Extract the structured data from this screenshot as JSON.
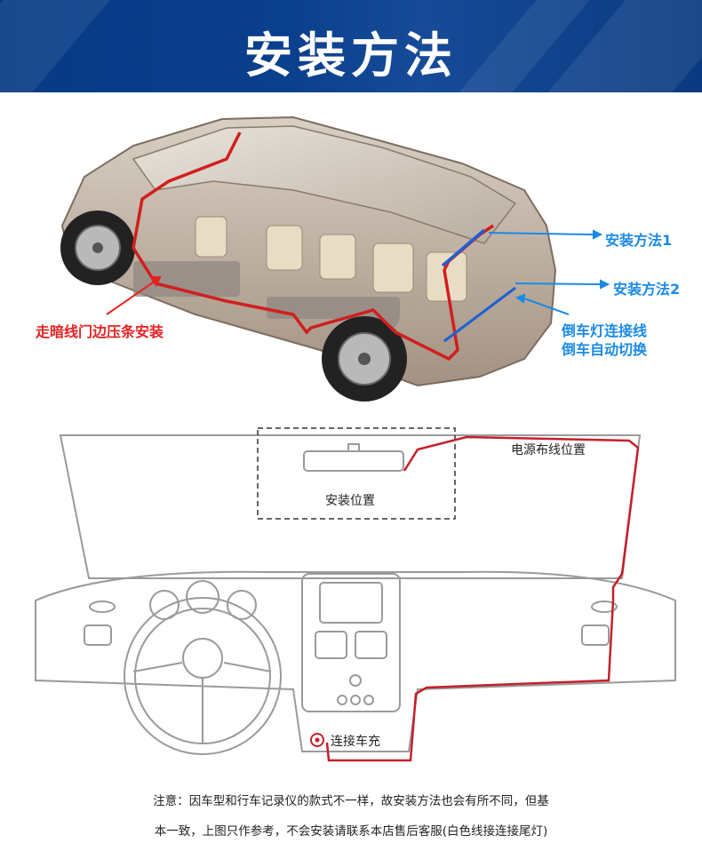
{
  "banner": {
    "title": "安装方法"
  },
  "car_labels": {
    "method1": "安装方法1",
    "method2": "安装方法2",
    "reverse_line": "倒车灯连接线",
    "reverse_switch": "倒车自动切换",
    "door_trim": "走暗线门边压条安装"
  },
  "dashboard_labels": {
    "power_routing": "电源布线位置",
    "install_position": "安装位置",
    "connect_charger": "连接车充"
  },
  "notes": {
    "line1": "注意：因车型和行车记录仪的款式不一样，故安装方法也会有所不同，但基",
    "line2": "本一致，上图只作参考，不会安装请联系本店售后客服(白色线接连接尾灯)"
  },
  "colors": {
    "banner": "#0a3f8c",
    "accent_blue": "#1a8ae6",
    "accent_red": "#e52222",
    "wire": "#c4202a"
  }
}
